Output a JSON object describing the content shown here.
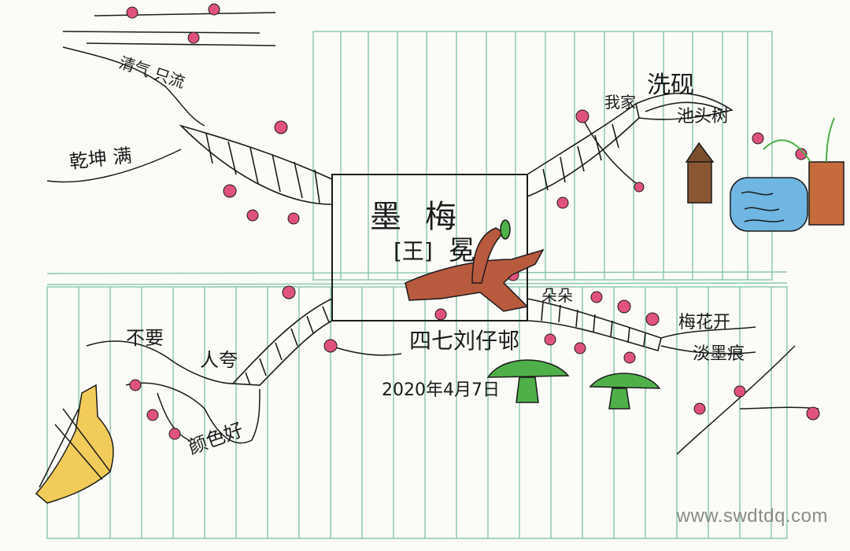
{
  "center": {
    "title_1": "墨",
    "title_2": "梅",
    "author_1": "[王]",
    "author_2": "冕",
    "poem_tag": "四七刘仔邨",
    "date": "2020年4月7日"
  },
  "branches": {
    "upper_left": {
      "line_a": "清气 只流",
      "line_b": "乾坤 满"
    },
    "upper_right": {
      "line_a": "我家",
      "line_b": "洗砚",
      "line_c": "池头树"
    },
    "lower_left": {
      "line_a": "不要",
      "line_b": "人夸",
      "line_c": "颜色好"
    },
    "lower_right": {
      "line_a": "朵朵",
      "line_b": "梅花开",
      "line_c": "淡墨痕"
    }
  },
  "watermark": "www.swdtdq.com",
  "colors": {
    "grid_line": "#88c6ad",
    "blossom": "#e0527e",
    "branch_brown": "#b85a3e",
    "leaf_green": "#4fb04a",
    "pond_blue": "#6fb6e2",
    "pen_ink": "#1b1b1b"
  }
}
